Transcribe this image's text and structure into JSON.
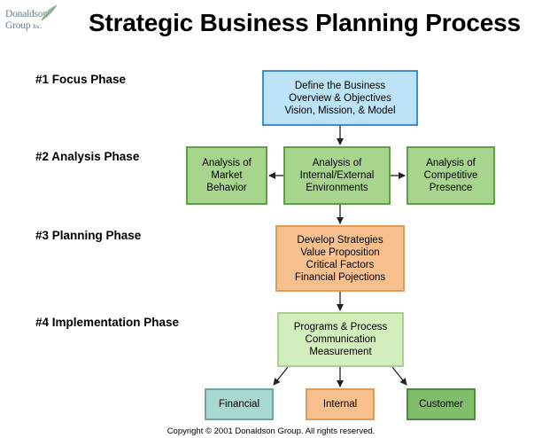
{
  "logo": {
    "line1": "Donaldson",
    "line2": "Group",
    "line2_suffix": "Inc."
  },
  "title": "Strategic Business Planning Process",
  "phases": [
    "#1 Focus Phase",
    "#2 Analysis Phase",
    "#3 Planning Phase",
    "#4 Implementation Phase"
  ],
  "boxes": {
    "define": [
      "Define the Business",
      "Overview & Objectives",
      "Vision, Mission, & Model"
    ],
    "market": [
      "Analysis of",
      "Market",
      "Behavior"
    ],
    "internal_external": [
      "Analysis of",
      "Internal/External",
      "Environments"
    ],
    "competitive": [
      "Analysis of",
      "Competitive",
      "Presence"
    ],
    "strategies": [
      "Develop Strategies",
      "Value Proposition",
      "Critical Factors",
      "Financial Pojections"
    ],
    "programs": [
      "Programs & Process",
      "Communication",
      "Measurement"
    ],
    "financial": [
      "Financial"
    ],
    "internal": [
      "Internal"
    ],
    "customer": [
      "Customer"
    ]
  },
  "copyright": "Copyright © 2001 Donaldson Group. All rights reserved."
}
